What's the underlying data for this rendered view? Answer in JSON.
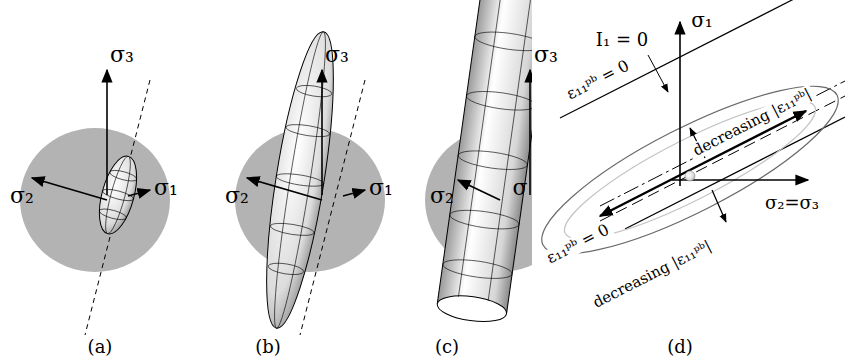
{
  "diagram": {
    "labels": [
      "σ₃",
      "σ₂",
      "σ₁",
      "σ₃",
      "σ₂",
      "σ₁",
      "σ₃",
      "σ₂",
      "σ",
      "I₁ = 0",
      "σ₁",
      "ε₁₁ᵖᵇ = 0",
      "ε₁₁ᵖᵇ = 0",
      "decreasing |ε₁₁ᵖᵇ|",
      "decreasing |ε₁₁ᵖᵇ|",
      "σ₂=σ₃",
      "(a)",
      "(b)",
      "(c)",
      "(d)"
    ]
  }
}
